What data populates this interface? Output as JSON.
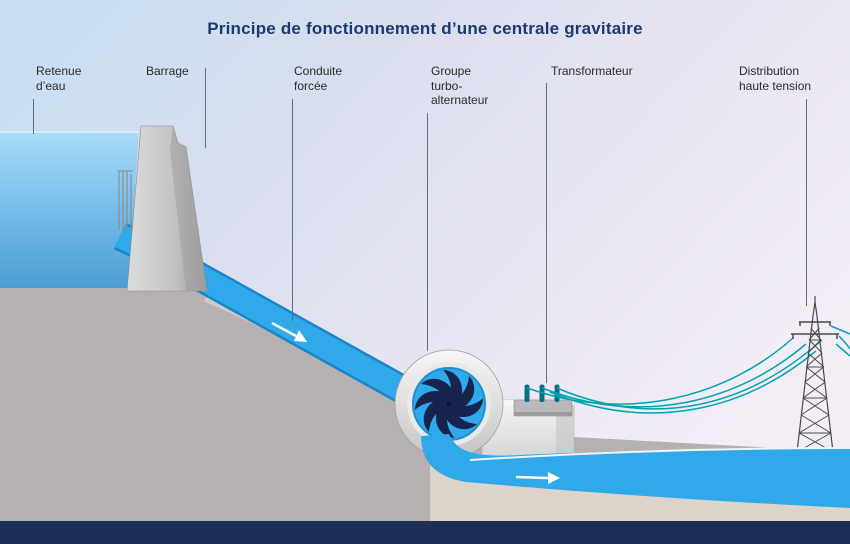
{
  "title": "Principe de fonctionnement d’une centrale gravitaire",
  "labels": {
    "retenue_eau": "Retenue\nd’eau",
    "barrage": "Barrage",
    "conduite_forcee": "Conduite\nforcée",
    "groupe_turbo_alternateur": "Groupe\nturbo-\nalternateur",
    "transformateur": "Transformateur",
    "distribution_haute_tension": "Distribution\nhaute tension"
  },
  "colors": {
    "title": "#1d3a70",
    "label-text": "#2b2b2b",
    "leader-line": "#5f6f79",
    "water": "#2fa9ea",
    "power-line": "#00a3b3",
    "bottom-bar": "#1e2f55"
  }
}
